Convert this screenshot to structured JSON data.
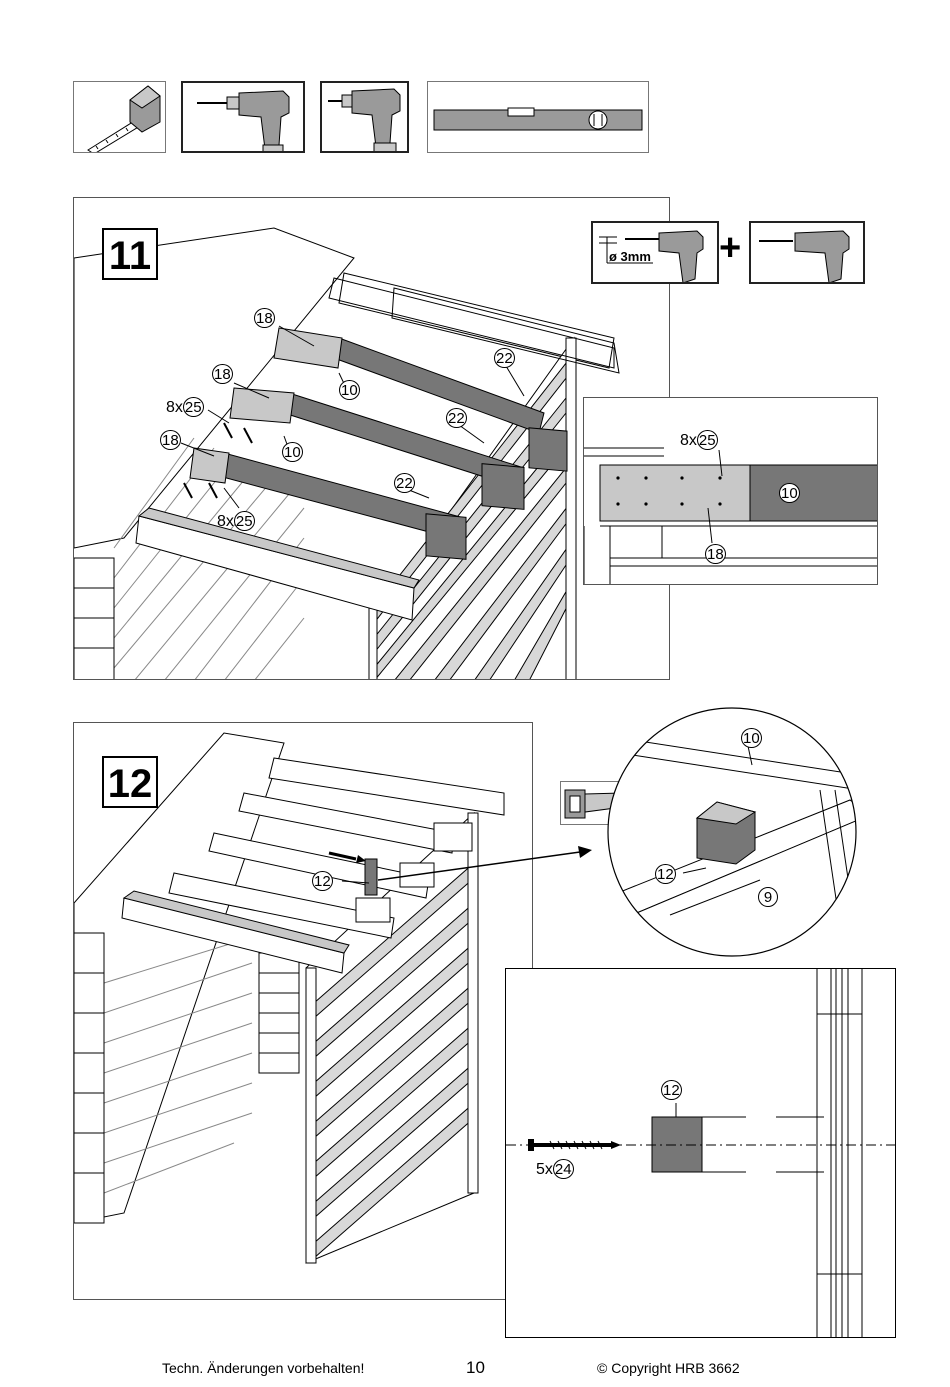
{
  "tools": [
    {
      "icon": "tape-measure-icon"
    },
    {
      "icon": "drill-icon"
    },
    {
      "icon": "cordless-screwdriver-icon"
    },
    {
      "icon": "spirit-level-icon"
    }
  ],
  "step11": {
    "number": "11",
    "drill_hint": {
      "diameter": "ø 3mm",
      "plus": "+"
    },
    "callouts": {
      "p18a": "18",
      "p18b": "18",
      "p18c": "18",
      "p22a": "22",
      "p22b": "22",
      "p22c": "22",
      "p10a": "10",
      "p10b": "10",
      "q1": "8x",
      "p25a": "25",
      "q2": "8x",
      "p25b": "25"
    },
    "detail": {
      "qty": "8x",
      "p25": "25",
      "p10": "10",
      "p18": "18"
    }
  },
  "step12": {
    "number": "12",
    "callouts": {
      "p12": "12"
    },
    "zoom": {
      "p10": "10",
      "p12": "12",
      "p9": "9"
    },
    "screw_detail": {
      "p12": "12",
      "qty": "5x",
      "p24": "24"
    }
  },
  "footer": {
    "left": "Techn. Änderungen vorbehalten!",
    "page": "10",
    "copyright": "© Copyright HRB 3662"
  },
  "colors": {
    "part_dark": "#777777",
    "part_mid": "#9a9a9a",
    "part_light": "#c8c8c8",
    "line": "#000000"
  }
}
